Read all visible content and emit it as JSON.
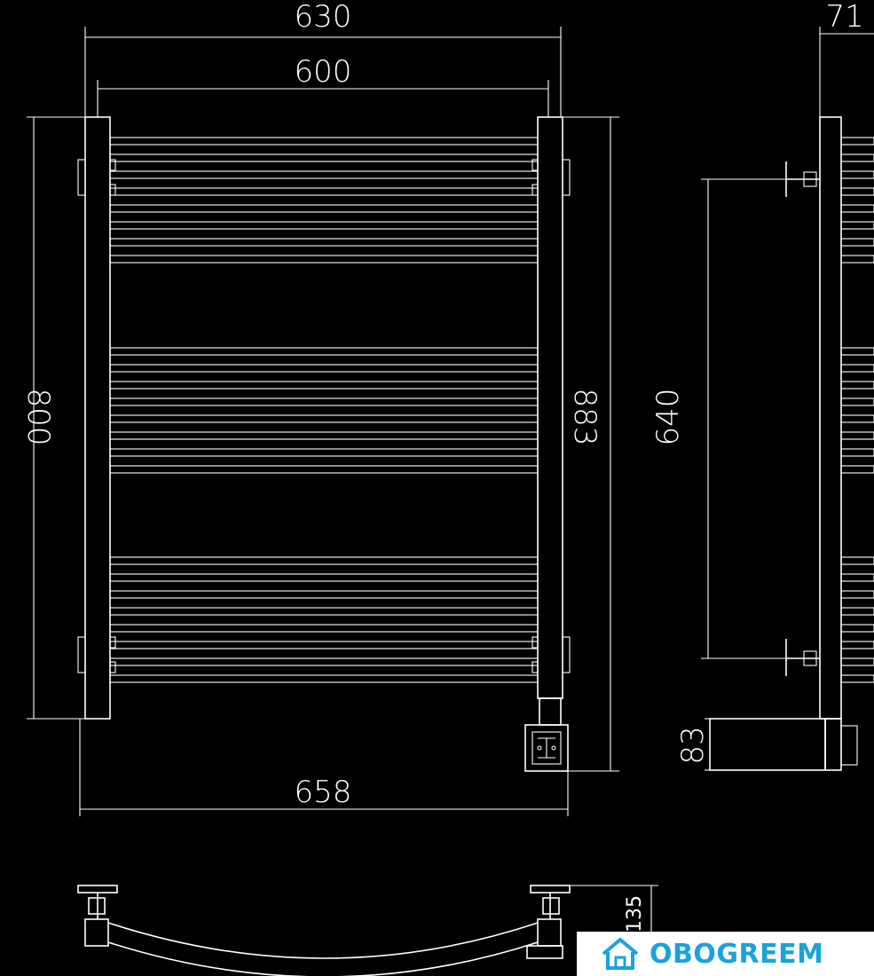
{
  "dimensions": {
    "overall_width": "630",
    "bar_width": "600",
    "height": "800",
    "total_height": "883",
    "width_with_connector": "658",
    "depth": "71",
    "mount_spacing": "640",
    "connector_height": "83",
    "bottom_depth": "135"
  },
  "brand": {
    "name": "OBOGREEM",
    "color": "#1aa3d9",
    "icon": "house-icon"
  },
  "colors": {
    "background": "#000000",
    "line": "#ffffff"
  }
}
